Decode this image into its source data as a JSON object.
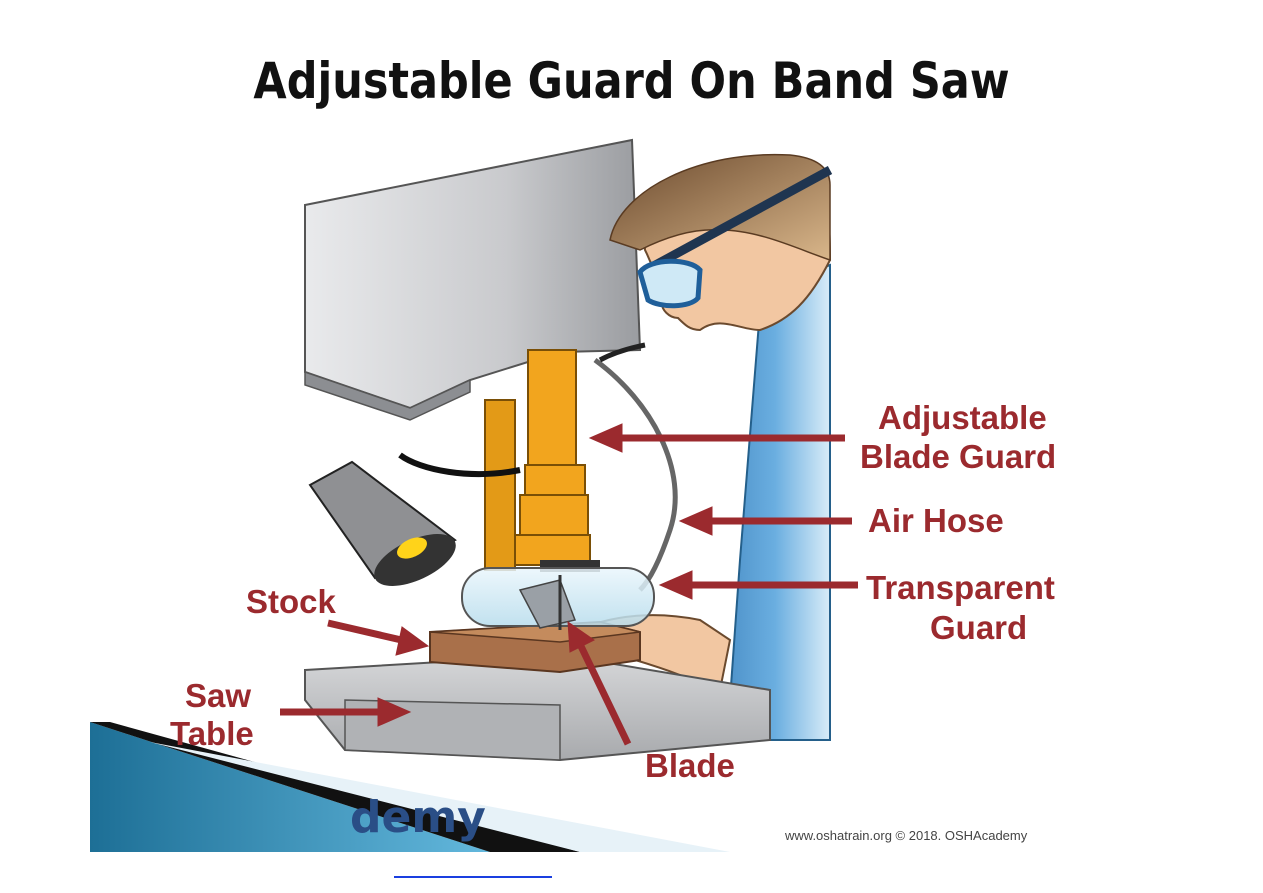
{
  "title": "Adjustable Guard On Band Saw",
  "labels": {
    "adjustable_line1": "Adjustable",
    "adjustable_line2": "Blade Guard",
    "air_hose": "Air Hose",
    "transparent_line1": "Transparent",
    "transparent_line2": "Guard",
    "stock": "Stock",
    "saw": "Saw",
    "table": "Table",
    "blade": "Blade"
  },
  "footer_credit": "www.oshatrain.org © 2018. OSHAcademy",
  "watermark_fragment": "demy",
  "colors": {
    "label_red": "#9b2a2e",
    "arrow_red": "#9b2a2e",
    "guard_orange": "#f2a51e",
    "machine_gray": "#b7b8bb",
    "shirt_blue": "#5b9fd3",
    "wood_brown": "#a9704a"
  }
}
